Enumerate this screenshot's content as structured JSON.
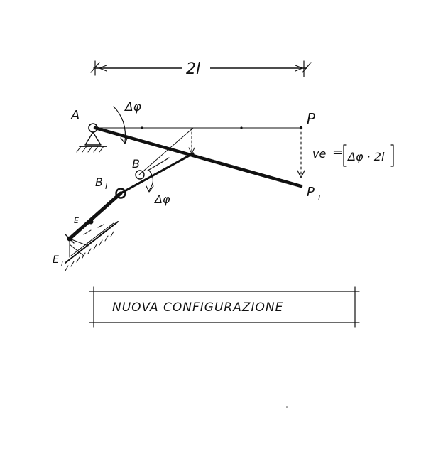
{
  "diagram": {
    "dimension_label": "2l",
    "points": {
      "a": "A",
      "p": "P",
      "b": "B",
      "b1": "B",
      "b1_sub": "I",
      "p1": "P",
      "p1_sub": "I",
      "e": "E",
      "e1": "E",
      "e1_sub": "I"
    },
    "rotation_label_top": "Δφ",
    "rotation_label_mid": "Δφ",
    "displacement": {
      "symbol": "ve",
      "equals": "=",
      "formula": "Δφ · 2l"
    },
    "caption": "NUOVA CONFIGURAZIONE",
    "ink_color": "#111111"
  }
}
